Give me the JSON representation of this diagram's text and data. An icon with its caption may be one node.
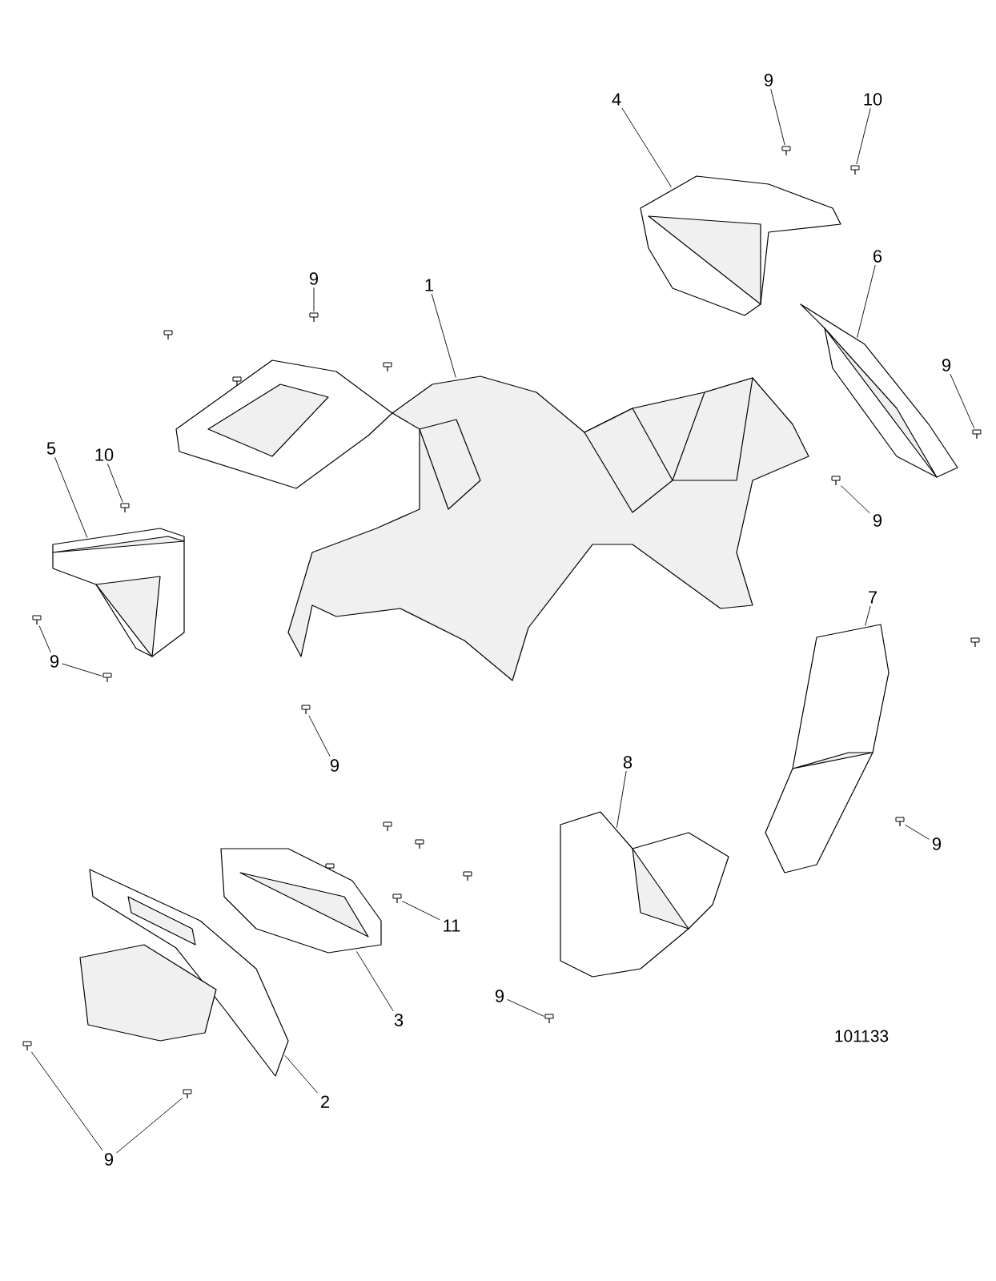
{
  "diagram": {
    "nodes": [
      {
        "text": [
          "4"
        ]
      },
      {
        "text": [
          "9"
        ]
      },
      {
        "text": [
          "10"
        ]
      },
      {
        "text": [
          "9"
        ]
      },
      {
        "text": [
          "1"
        ]
      },
      {
        "text": [
          "6"
        ]
      },
      {
        "text": [
          "9"
        ]
      },
      {
        "text": [
          "5"
        ]
      },
      {
        "text": [
          "10"
        ]
      },
      {
        "text": [
          "9"
        ]
      },
      {
        "text": [
          "9"
        ]
      },
      {
        "text": [
          "7"
        ]
      },
      {
        "text": [
          "9"
        ]
      },
      {
        "text": [
          "8"
        ]
      },
      {
        "text": [
          "9"
        ]
      },
      {
        "text": [
          "11"
        ]
      },
      {
        "text": [
          "3"
        ]
      },
      {
        "text": [
          "9"
        ]
      },
      {
        "text": [
          "2"
        ]
      },
      {
        "text": [
          "9"
        ]
      },
      {
        "text": [],
        "shape": "picture"
      },
      {
        "text": [],
        "shape": "picture"
      },
      {
        "text": [],
        "shape": "picture"
      },
      {
        "text": [],
        "shape": "picture"
      },
      {
        "text": [],
        "shape": "picture"
      },
      {
        "text": [],
        "shape": "picture"
      },
      {
        "text": [],
        "shape": "picture"
      },
      {
        "text": [],
        "shape": "picture"
      },
      {
        "text": [],
        "shape": "picture"
      },
      {
        "text": [],
        "shape": "picture"
      },
      {
        "text": [],
        "shape": "picture"
      },
      {
        "text": [],
        "shape": "picture"
      },
      {
        "text": [],
        "shape": "picture"
      },
      {
        "text": [],
        "shape": "picture"
      },
      {
        "text": [],
        "shape": "picture"
      },
      {
        "text": [],
        "shape": "picture"
      },
      {
        "text": [],
        "shape": "picture"
      },
      {
        "text": [],
        "shape": "picture"
      },
      {
        "text": [],
        "shape": "picture"
      },
      {
        "text": [],
        "shape": "picture"
      },
      {
        "text": [],
        "shape": "picture"
      },
      {
        "text": [],
        "shape": "picture"
      }
    ],
    "edges": [
      {
        "from": 4,
        "to": 20,
        "arrow": "none"
      },
      {
        "from": 0,
        "to": 21,
        "arrow": "none"
      },
      {
        "from": 5,
        "to": 22,
        "arrow": "none"
      },
      {
        "from": 7,
        "to": 23,
        "arrow": "none"
      },
      {
        "from": 11,
        "to": 24,
        "arrow": "none"
      },
      {
        "from": 13,
        "to": 25,
        "arrow": "none"
      },
      {
        "from": 16,
        "to": 26,
        "arrow": "none"
      },
      {
        "from": 18,
        "to": 27,
        "arrow": "none"
      },
      {
        "from": 1,
        "to": 28,
        "arrow": "none"
      },
      {
        "from": 2,
        "to": 29,
        "arrow": "none"
      },
      {
        "from": 3,
        "to": 30,
        "arrow": "none"
      },
      {
        "from": 6,
        "to": 31,
        "arrow": "none"
      },
      {
        "from": 8,
        "to": 32,
        "arrow": "none"
      },
      {
        "from": 9,
        "to": 33,
        "arrow": "none"
      },
      {
        "from": 10,
        "to": 34,
        "arrow": "none"
      },
      {
        "from": 10,
        "to": 35,
        "arrow": "none"
      },
      {
        "from": 12,
        "to": 36,
        "arrow": "none"
      },
      {
        "from": 14,
        "to": 37,
        "arrow": "none"
      },
      {
        "from": 15,
        "to": 38,
        "arrow": "none"
      },
      {
        "from": 17,
        "to": 39,
        "arrow": "none"
      },
      {
        "from": 19,
        "to": 40,
        "arrow": "none"
      },
      {
        "from": 19,
        "to": 41,
        "arrow": "none"
      }
    ],
    "labels": [
      "101133"
    ]
  }
}
